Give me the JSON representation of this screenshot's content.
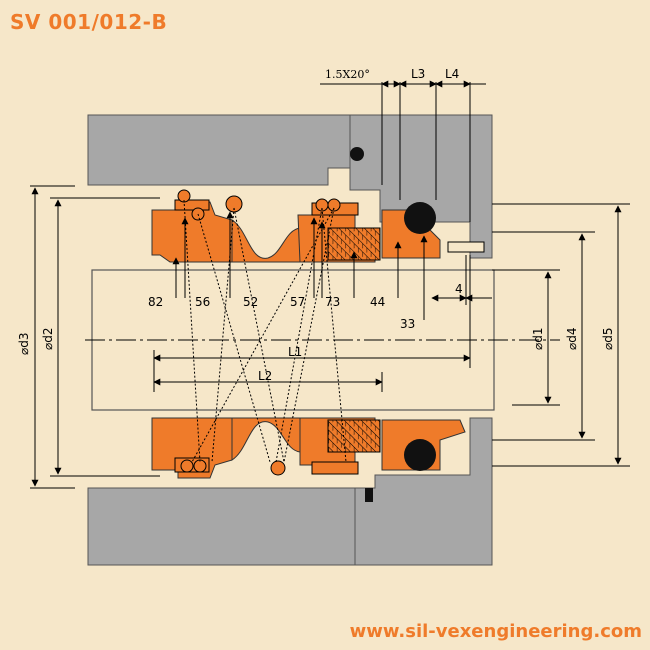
{
  "header": {
    "title": "SV 001/012-B"
  },
  "footer": {
    "website": "www.sil-vexengineering.com"
  },
  "colors": {
    "background": "#f6e7c9",
    "housing_gray": "#a7a7a7",
    "part_orange": "#ef7b2a",
    "line": "#000000"
  },
  "dimensions": {
    "chamfer": "1.5X20°",
    "L3": "L3",
    "L4": "L4",
    "L1": "L1",
    "L2": "L2",
    "four": "4",
    "d1": "⌀d1",
    "d2": "⌀d2",
    "d3": "⌀d3",
    "d4": "⌀d4",
    "d5": "⌀d5"
  },
  "parts": {
    "p82": "82",
    "p56": "56",
    "p52": "52",
    "p57": "57",
    "p73": "73",
    "p44": "44",
    "p33": "33"
  }
}
